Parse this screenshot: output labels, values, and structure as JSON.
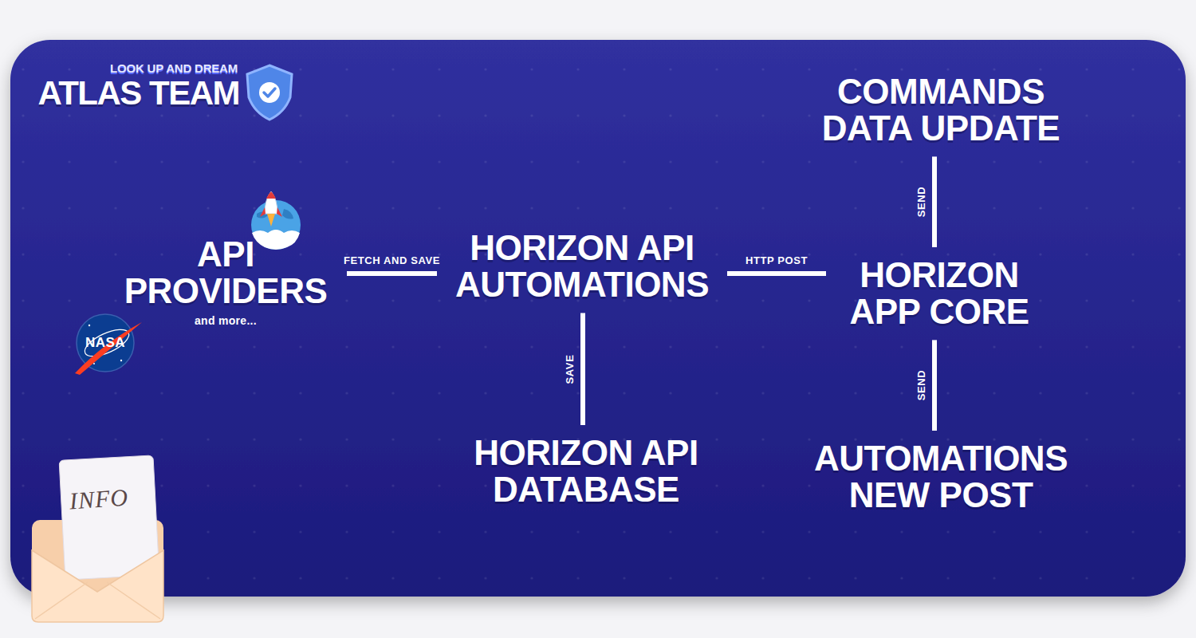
{
  "diagram": {
    "nodes": [
      {
        "text": [
          "API PROVIDERS",
          "and more..."
        ]
      },
      {
        "text": [
          "HORIZON API AUTOMATIONS"
        ]
      },
      {
        "text": [
          "HORIZON API DATABASE"
        ]
      },
      {
        "text": [
          "COMMANDS DATA UPDATE"
        ]
      },
      {
        "text": [
          "HORIZON APP CORE"
        ]
      },
      {
        "text": [
          "AUTOMATIONS NEW POST"
        ]
      }
    ],
    "edges": [
      {
        "from": 0,
        "to": 1,
        "label": "FETCH AND SAVE",
        "arrow": "none"
      },
      {
        "from": 1,
        "to": 2,
        "label": "SAVE",
        "arrow": "none"
      },
      {
        "from": 1,
        "to": 4,
        "label": "HTTP POST",
        "arrow": "none"
      },
      {
        "from": 4,
        "to": 3,
        "label": "SEND",
        "arrow": "none"
      },
      {
        "from": 4,
        "to": 5,
        "label": "SEND",
        "arrow": "none"
      }
    ],
    "labels": [
      "LOOK UP AND DREAM",
      "ATLAS TEAM",
      "NASA",
      "INFO"
    ]
  }
}
